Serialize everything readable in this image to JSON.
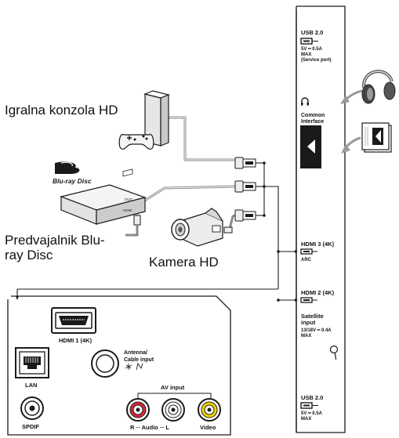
{
  "devices": {
    "game_console": "Igralna konzola HD",
    "bluray_line1": "Predvajalnik Blu-",
    "bluray_line2": "ray Disc",
    "camera": "Kamera HD",
    "bluray_logo": "Blu-ray Disc",
    "player_label_top": "OUT",
    "player_label_bottom": "HDMI"
  },
  "side_panel": {
    "usb_top": {
      "title": "USB 2.0",
      "spec": "5V ━ 0.5A",
      "max": "MAX",
      "note": "(Service port)"
    },
    "common_interface": {
      "line1": "Common",
      "line2": "Interface"
    },
    "hdmi3": {
      "title": "HDMI 3 (4K)",
      "sub": "ARC"
    },
    "hdmi2": {
      "title": "HDMI 2 (4K)"
    },
    "satellite": {
      "line1": "Satellite",
      "line2": "input",
      "spec": "13/18V ━ 0.4A",
      "max": "MAX"
    },
    "usb_bottom": {
      "title": "USB 2.0",
      "spec": "5V ━ 0.5A",
      "max": "MAX"
    }
  },
  "bottom_panel": {
    "hdmi1": "HDMI 1 (4K)",
    "antenna_line1": "Antenna/",
    "antenna_line2": "Cable input",
    "lan": "LAN",
    "av_input": "AV input",
    "spdif": "SPDIF",
    "audio": "R ─ Audio ─ L",
    "video": "Video"
  },
  "colors": {
    "line": "#1a1a1a",
    "cable": "#888888",
    "device_fill": "#f2f2f2",
    "device_shade": "#cfcfcf",
    "rca_red": "#d9283b",
    "rca_yellow": "#f5d600",
    "rca_white": "#ffffff",
    "arrow_grey": "#9a9a9a"
  }
}
